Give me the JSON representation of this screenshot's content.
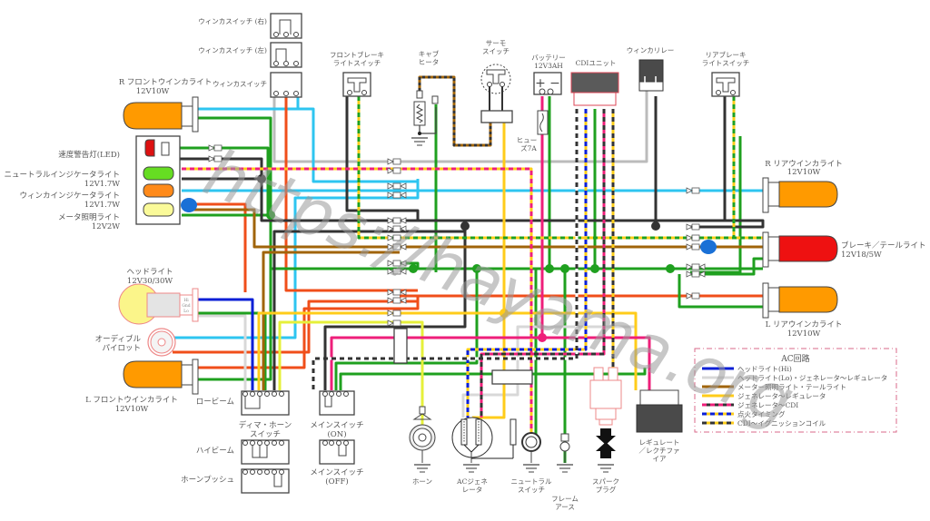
{
  "watermark": "https://hayama.org",
  "colors": {
    "blue": "#0a1fd6",
    "sky": "#2ec5f0",
    "green": "#1fa01f",
    "orange_red": "#f04e1a",
    "brown": "#a0640a",
    "black": "#333333",
    "yellow": "#ffcc1a",
    "lime": "#e6f03a",
    "pink": "#ee1f7a",
    "gray": "#bbbbbb",
    "amber_bulb": "#ff9a00",
    "red_bulb": "#ee1111",
    "legend_border": "#d86a8a"
  },
  "components": {
    "winker_switch_right": "ウィンカスイッチ\n(右)",
    "winker_switch_left": "ウィンカスイッチ\n(左)",
    "winker_switch": "ウィンカスイッチ",
    "front_winker_r": "R フロントウインカライト",
    "front_winker_r_spec": "12V10W",
    "speed_warning": "速度警告灯(LED)",
    "neutral_indicator": "ニュートラルインジケータライト",
    "neutral_indicator_spec": "12V1.7W",
    "winker_indicator": "ウィンカインジケータライト",
    "winker_indicator_spec": "12V1.7W",
    "meter_light": "メータ照明ライト",
    "meter_light_spec": "12V2W",
    "headlight": "ヘッドライト",
    "headlight_spec": "12V30/30W",
    "headlight_terminals": [
      "Hi",
      "Gnd",
      "Lo"
    ],
    "audible_pilot_1": "オーディブル",
    "audible_pilot_2": "パイロット",
    "front_winker_l": "L フロントウインカライト",
    "front_winker_l_spec": "12V10W",
    "low_beam": "ロービーム",
    "high_beam": "ハイビーム",
    "horn_push": "ホーンプッシュ",
    "dimmer_horn_switch_1": "ディマ・ホーン",
    "dimmer_horn_switch_2": "スイッチ",
    "main_switch_on_1": "メインスイッチ",
    "main_switch_on_2": "(ON)",
    "main_switch_off_1": "メインスイッチ",
    "main_switch_off_2": "(OFF)",
    "front_brake_switch_1": "フロントブレーキ",
    "front_brake_switch_2": "ライトスイッチ",
    "carb_heater_1": "キャブ",
    "carb_heater_2": "ヒータ",
    "thermo_switch_1": "サーモ",
    "thermo_switch_2": "スイッチ",
    "battery_1": "バッテリー",
    "battery_2": "12V3AH",
    "fuse_1": "ヒュー",
    "fuse_2": "ズ7A",
    "cdi_unit": "CDIユニット",
    "winker_relay": "ウィンカリレー",
    "rear_brake_switch_1": "リアブレーキ",
    "rear_brake_switch_2": "ライトスイッチ",
    "rear_winker_r": "R リアウインカライト",
    "rear_winker_r_spec": "12V10W",
    "brake_tail": "ブレーキ／テールライト",
    "brake_tail_spec": "12V18/5W",
    "rear_winker_l": "L リアウインカライト",
    "rear_winker_l_spec": "12V10W",
    "horn": "ホーン",
    "ac_generator_1": "ACジェネ",
    "ac_generator_2": "レータ",
    "neutral_switch_1": "ニュートラル",
    "neutral_switch_2": "スイッチ",
    "frame_earth_1": "フレーム",
    "frame_earth_2": "アース",
    "spark_plug_1": "スパーク",
    "spark_plug_2": "プラグ",
    "regulator_1": "レギュレート",
    "regulator_2": "／レクチファ",
    "regulator_3": "イア"
  },
  "legend": {
    "title": "AC回路",
    "items": [
      {
        "label": "ヘッドライト(Hi)",
        "style": "solid",
        "color": "#0a1fd6"
      },
      {
        "label": "ヘッドライト(Lo)・ジェネレータ〜レギュレータ",
        "style": "solid",
        "color": "#d8d8d8"
      },
      {
        "label": "メーター照明ライト・テールライト",
        "style": "solid",
        "color": "#a0640a"
      },
      {
        "label": "ジェネレータ〜レギュレータ",
        "style": "solid",
        "color": "#ffcc1a"
      },
      {
        "label": "ジェネレータ〜CDI",
        "style": "dashed",
        "color": "#333333",
        "dash_color": "#ee1f7a"
      },
      {
        "label": "点火タイミング",
        "style": "dashed",
        "color": "#ffcc1a",
        "dash_color": "#0a1fd6"
      },
      {
        "label": "CDI〜イグニッションコイル",
        "style": "dashed",
        "color": "#ffcc1a",
        "dash_color": "#333333"
      }
    ]
  }
}
